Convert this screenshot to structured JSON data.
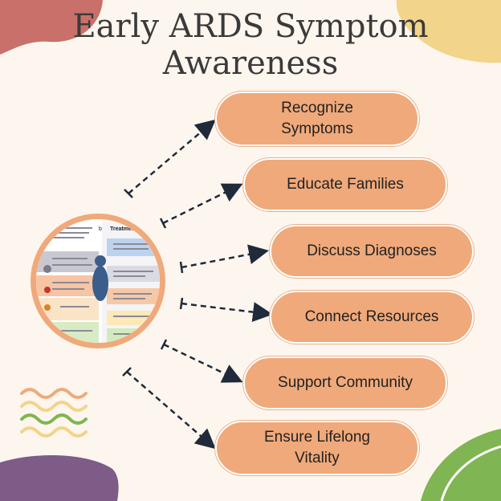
{
  "title": {
    "line1": "Early ARDS Symptom",
    "line2": "Awareness"
  },
  "pills": [
    {
      "line1": "Recognize",
      "line2": "Symptoms"
    },
    {
      "line1": "Educate Families",
      "line2": ""
    },
    {
      "line1": "Discuss Diagnoses",
      "line2": ""
    },
    {
      "line1": "Connect Resources",
      "line2": ""
    },
    {
      "line1": "Support Community",
      "line2": ""
    },
    {
      "line1": "Ensure Lifelong",
      "line2": "Vitality"
    }
  ],
  "infographic": {
    "side_label": "b",
    "header": "Treatment"
  },
  "colors": {
    "background": "#fdf6ee",
    "pill": "#f0a97a",
    "blob_top_left": "#c9706a",
    "blob_top_right": "#f2d48a",
    "blob_bottom_left": "#7d5c88",
    "blob_bottom_right": "#7fb552",
    "arrow": "#1f2a3a"
  }
}
